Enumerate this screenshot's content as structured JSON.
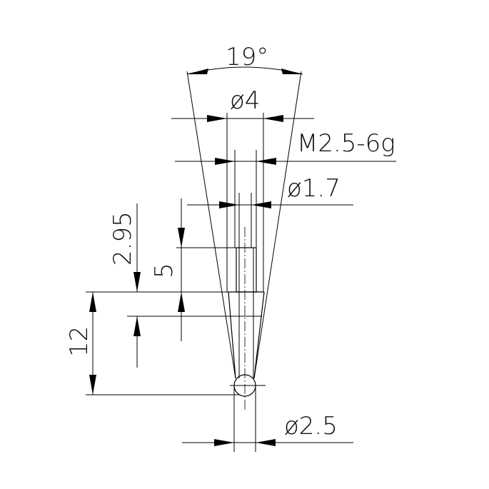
{
  "drawing": {
    "dimensions": {
      "angle": "19°",
      "dia_4": "ø4",
      "thread": "M2.5-6g",
      "dia_1_7": "ø1.7",
      "len_2_95": "2.95",
      "len_5": "5",
      "len_12": "12",
      "dia_2_5": "ø2.5"
    }
  }
}
